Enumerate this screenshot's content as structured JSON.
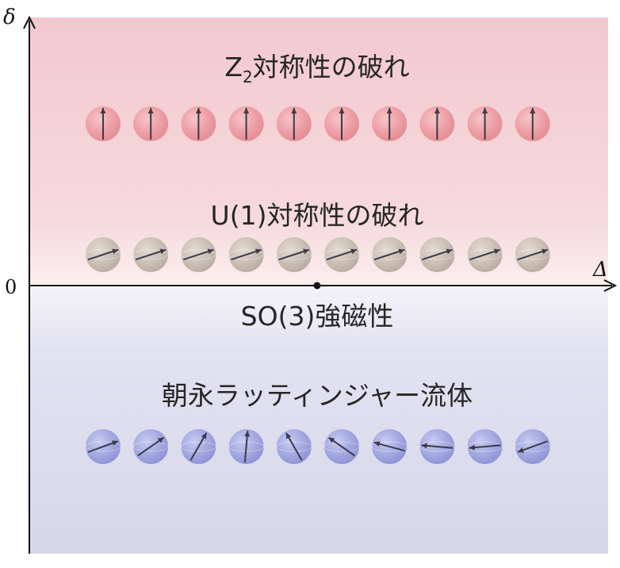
{
  "axes": {
    "y_label": "δ",
    "x_label": "Δ",
    "origin_label": "0"
  },
  "regions": {
    "z2": {
      "label_main": "Z",
      "label_sub": "2",
      "label_rest": "対称性の破れ",
      "bg_top": "#f2c9ce",
      "bg_bottom": "#f6dadd",
      "sphere_color": "#e9999e",
      "spin_angles_deg": [
        0,
        0,
        0,
        0,
        0,
        0,
        0,
        0,
        0,
        0
      ]
    },
    "u1": {
      "label": "U(1)対称性の破れ",
      "sphere_color": "#c8bcb2",
      "spin_angles_deg": [
        72,
        72,
        72,
        72,
        72,
        72,
        72,
        72,
        72,
        72
      ]
    },
    "so3": {
      "label": "SO(3)強磁性",
      "bg_top": "#f4f1f6",
      "bg_bottom": "#d7d7ea"
    },
    "nagatomo": {
      "label": "朝永ラッティンジャー流体",
      "sphere_color": "#9ea3dd",
      "spin_angles_deg": [
        70,
        55,
        30,
        5,
        -30,
        -55,
        -75,
        -85,
        -95,
        -110
      ]
    }
  },
  "colors": {
    "arrow": "#3a3a4a",
    "axis": "#111111",
    "transition_point": "#111111"
  }
}
